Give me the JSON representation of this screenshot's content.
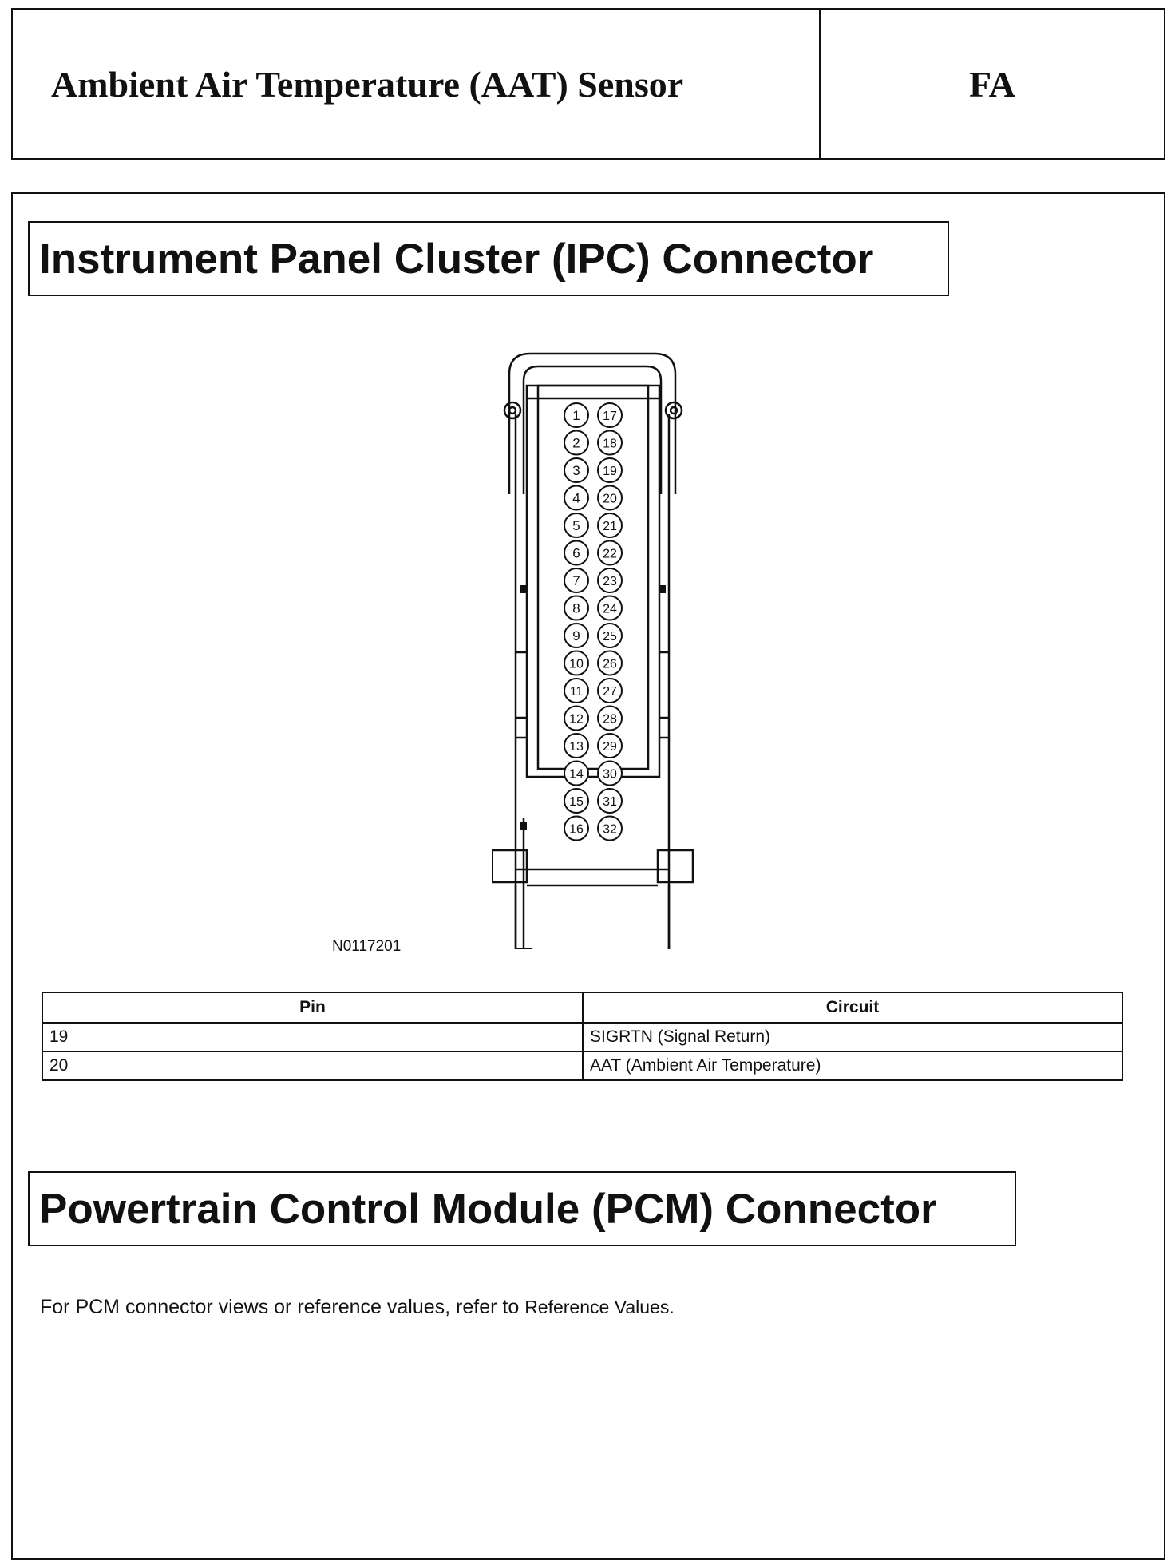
{
  "header": {
    "title": "Ambient Air Temperature (AAT) Sensor",
    "code": "FA"
  },
  "ipc_section": {
    "title": "Instrument Panel Cluster (IPC) Connector",
    "figure_id": "N0117201",
    "connector_pins_left": [
      "1",
      "2",
      "3",
      "4",
      "5",
      "6",
      "7",
      "8",
      "9",
      "10",
      "11",
      "12",
      "13",
      "14",
      "15",
      "16"
    ],
    "connector_pins_right": [
      "17",
      "18",
      "19",
      "20",
      "21",
      "22",
      "23",
      "24",
      "25",
      "26",
      "27",
      "28",
      "29",
      "30",
      "31",
      "32"
    ],
    "table": {
      "headers": [
        "Pin",
        "Circuit"
      ],
      "rows": [
        [
          "19",
          "SIGRTN (Signal Return)"
        ],
        [
          "20",
          "AAT (Ambient Air Temperature)"
        ]
      ]
    }
  },
  "pcm_section": {
    "title": "Powertrain Control Module (PCM) Connector",
    "note_text": "For PCM connector views or reference values, refer to ",
    "note_link": "Reference Values."
  }
}
